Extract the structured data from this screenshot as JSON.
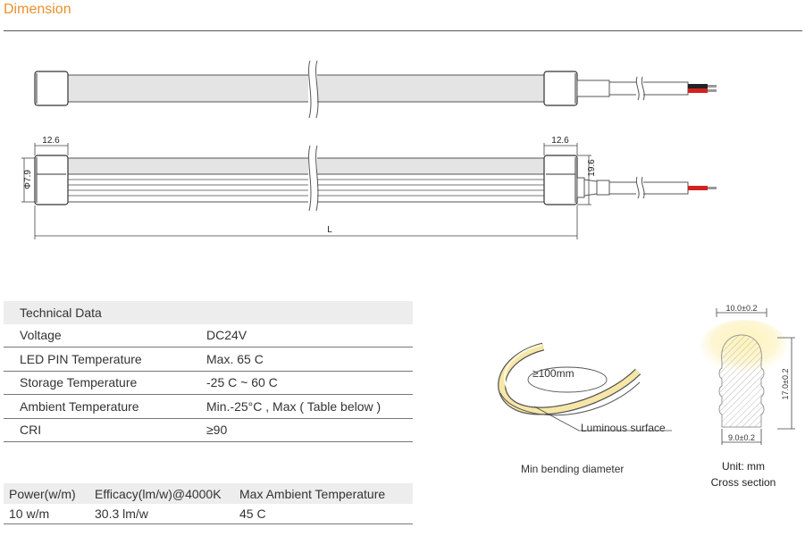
{
  "section_title": "Dimension",
  "drawing": {
    "cap_width_left": "12.6",
    "cap_width_right": "12.6",
    "diameter": "Φ7.9",
    "height": "19.6",
    "length": "L"
  },
  "technical_data": {
    "header": "Technical Data",
    "rows": [
      {
        "label": "Voltage",
        "value": "DC24V"
      },
      {
        "label": "LED PIN Temperature",
        "value": "Max. 65 C"
      },
      {
        "label": "Storage Temperature",
        "value": "-25 C ~ 60 C"
      },
      {
        "label": "Ambient Temperature",
        "value": "Min.-25°C , Max ( Table below )"
      },
      {
        "label": "CRI",
        "value": "≥90"
      }
    ]
  },
  "power_table": {
    "headers": [
      "Power(w/m)",
      "Efficacy(lm/w)@4000K",
      "Max Ambient Temperature"
    ],
    "rows": [
      [
        "10 w/m",
        "30.3 lm/w",
        "45 C"
      ]
    ]
  },
  "bending": {
    "radius_label": "≥100mm",
    "surface_label": "Luminous surface",
    "caption": "Min bending diameter"
  },
  "cross_section": {
    "top_width": "10.0±0.2",
    "bottom_width": "9.0±0.2",
    "height": "17.0±0.2",
    "unit": "Unit: mm",
    "caption": "Cross section"
  }
}
